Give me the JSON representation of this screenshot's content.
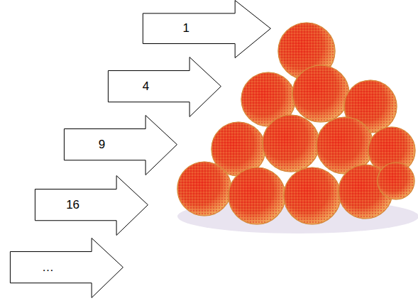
{
  "diagram": {
    "nodes": [
      {
        "text": [
          "1"
        ]
      },
      {
        "text": [
          "4"
        ]
      },
      {
        "text": [
          "9"
        ]
      },
      {
        "text": [
          "16"
        ]
      },
      {
        "text": [
          "…"
        ]
      }
    ]
  }
}
